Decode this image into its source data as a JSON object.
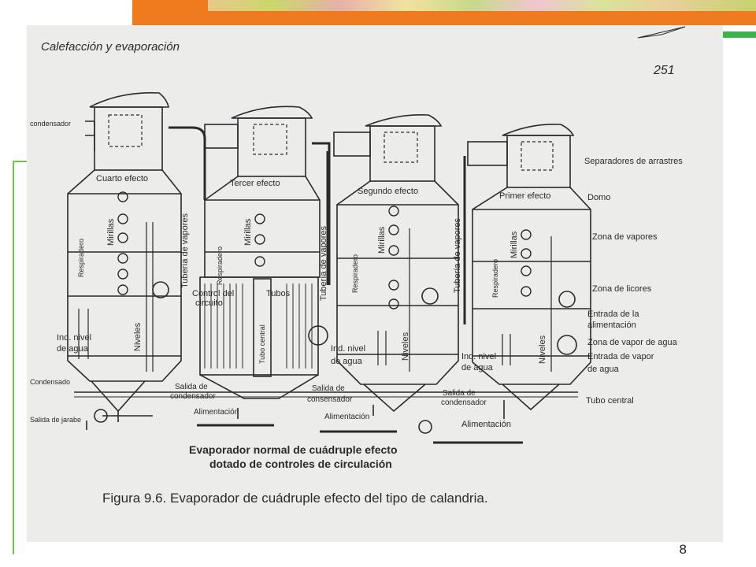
{
  "header": {
    "chapter": "Calefacción y evaporación",
    "page_number": "251"
  },
  "labels": {
    "condensador": "condensador",
    "cuarto_efecto": "Cuarto efecto",
    "tercer_efecto": "Tercer efecto",
    "segundo_efecto": "Segundo efecto",
    "primer_efecto": "Primer efecto",
    "separadores": "Separadores de arrastres",
    "domo": "Domo",
    "zona_vapores": "Zona de vapores",
    "zona_licores": "Zona de licores",
    "entrada_alimentacion_1": "Entrada de la",
    "entrada_alimentacion_2": "alimentación",
    "zona_vapor_agua": "Zona de vapor de agua",
    "entrada_vapor_1": "Entrada de vapor",
    "entrada_vapor_2": "de agua",
    "tubo_central": "Tubo central",
    "tubo_central_vertical": "Tubo central",
    "mirillas": "Mirillas",
    "respiradero": "Respiradero",
    "tuberia_vapores": "Tubería de vapores",
    "niveles": "Niveles",
    "control_1": "Control del",
    "control_2": "circuito",
    "tubos": "Tubos",
    "ind_nivel_1": "Ind. nivel",
    "ind_nivel_2": "de agua",
    "condensado": "Condensado",
    "salida_jarabe": "Salida de jarabe",
    "salida_1": "Salida de",
    "salida_2": "condensador",
    "salida_3": "consensador",
    "alimentacion": "Alimentación",
    "caption_1": "Evaporador normal de cuádruple efecto",
    "caption_2": "dotado de controles de circulación",
    "figure_caption": "Figura 9.6.   Evaporador de cuádruple efecto del tipo de calandria."
  },
  "slide": {
    "number": "8"
  },
  "colors": {
    "banner": "#f07a1e",
    "accent_green": "#39b54a",
    "frame_green": "#6fbf5a",
    "paper": "#ececea",
    "ink": "#2a2a2a"
  }
}
